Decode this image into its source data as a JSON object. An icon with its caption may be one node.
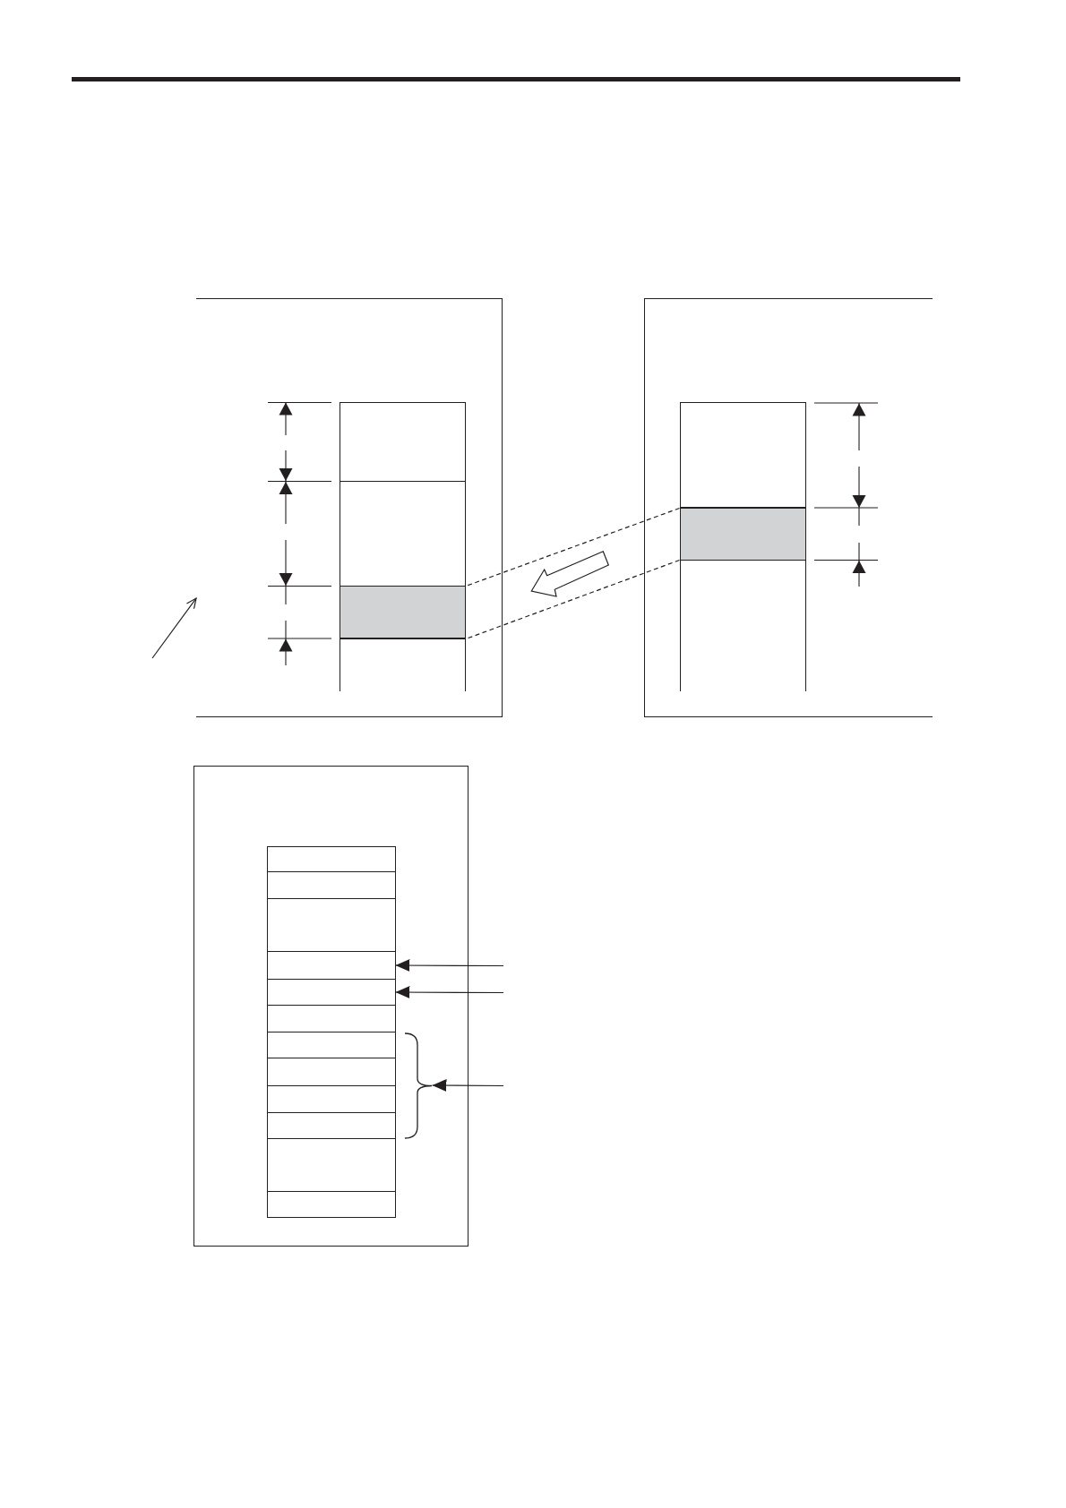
{
  "diagram": {
    "nodes": [
      {
        "text": [],
        "shape": "box"
      },
      {
        "text": [],
        "shape": "box",
        "in": 0
      },
      {
        "text": [],
        "shape": "box",
        "in": 0
      },
      {
        "text": [],
        "shape": "box",
        "in": 0
      },
      {
        "text": [],
        "shape": "box",
        "in": 0
      },
      {
        "text": [],
        "shape": "box"
      },
      {
        "text": [],
        "shape": "box",
        "in": 5
      },
      {
        "text": [],
        "shape": "box",
        "in": 5
      },
      {
        "text": [],
        "shape": "box",
        "in": 5
      },
      {
        "text": [],
        "shape": "box"
      },
      {
        "text": [],
        "shape": "box",
        "in": 9
      },
      {
        "text": [],
        "shape": "box",
        "in": 9
      },
      {
        "text": [],
        "shape": "box",
        "in": 9
      },
      {
        "text": [],
        "shape": "box",
        "in": 9
      },
      {
        "text": [],
        "shape": "box",
        "in": 9
      },
      {
        "text": [],
        "shape": "box",
        "in": 9
      },
      {
        "text": [],
        "shape": "box",
        "in": 9
      },
      {
        "text": [],
        "shape": "box",
        "in": 9
      },
      {
        "text": [],
        "shape": "box",
        "in": 9
      },
      {
        "text": [],
        "shape": "box",
        "in": 9
      },
      {
        "text": [],
        "shape": "box",
        "in": 9
      },
      {
        "text": [],
        "shape": "box",
        "in": 9
      },
      {
        "text": [],
        "shape": "brace",
        "in": 9
      }
    ],
    "edges": [
      {
        "from": 7,
        "to": 3,
        "arrow": "none",
        "style": "dashed"
      },
      {
        "from": 7,
        "to": 3,
        "arrow": "none",
        "style": "dashed"
      },
      {
        "from": null,
        "to": 0,
        "arrow": "to"
      },
      {
        "from": null,
        "to": 13,
        "arrow": "to"
      },
      {
        "from": null,
        "to": 14,
        "arrow": "to"
      },
      {
        "from": null,
        "to": 22,
        "arrow": "to"
      }
    ]
  }
}
